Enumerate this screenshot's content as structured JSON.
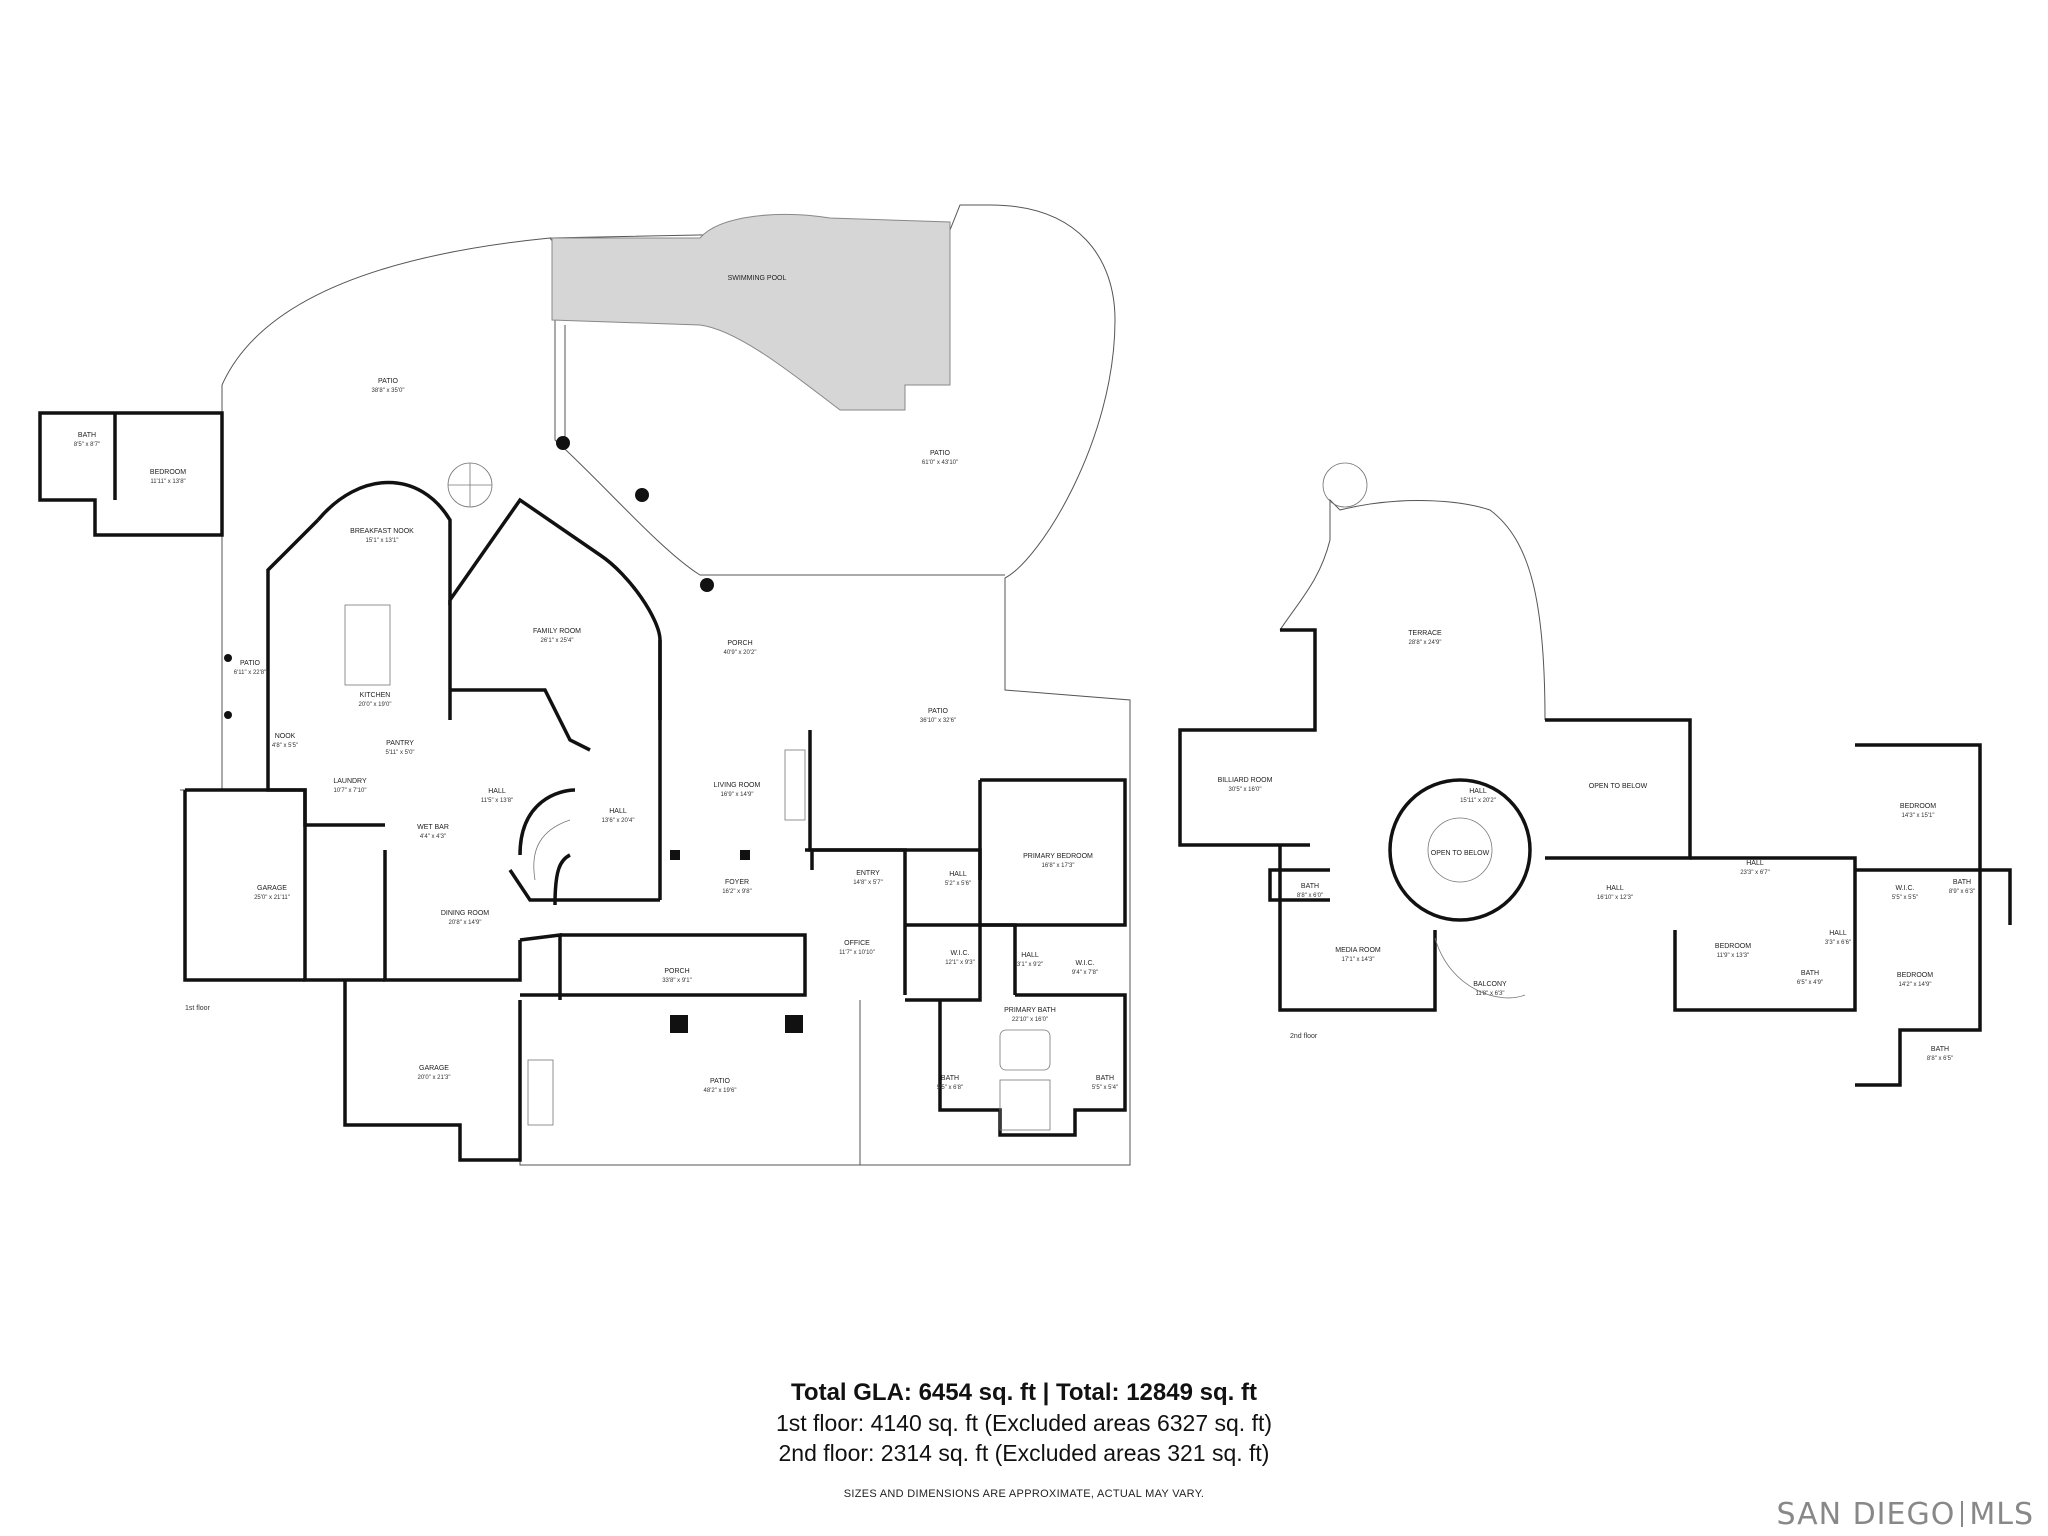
{
  "floors": {
    "first": {
      "label": "1st floor",
      "rooms": [
        {
          "id": "bath-guest",
          "name": "BATH",
          "dims": "8'5\" x 8'7\""
        },
        {
          "id": "bedroom-guest",
          "name": "BEDROOM",
          "dims": "11'11\" x 13'8\""
        },
        {
          "id": "patio-west",
          "name": "PATIO",
          "dims": "38'8\" x 35'0\""
        },
        {
          "id": "swimming-pool",
          "name": "SWIMMING POOL",
          "dims": ""
        },
        {
          "id": "patio-pool",
          "name": "PATIO",
          "dims": "61'0\" x 43'10\""
        },
        {
          "id": "breakfast-nook",
          "name": "BREAKFAST NOOK",
          "dims": "15'1\" x 13'1\""
        },
        {
          "id": "family-room",
          "name": "FAMILY ROOM",
          "dims": "26'1\" x 25'4\""
        },
        {
          "id": "porch-north",
          "name": "PORCH",
          "dims": "40'9\" x 20'2\""
        },
        {
          "id": "patio-east",
          "name": "PATIO",
          "dims": "36'10\" x 32'6\""
        },
        {
          "id": "kitchen",
          "name": "KITCHEN",
          "dims": "20'0\" x 19'0\""
        },
        {
          "id": "patio-side",
          "name": "PATIO",
          "dims": "6'11\" x 22'8\""
        },
        {
          "id": "pantry",
          "name": "PANTRY",
          "dims": "5'11\" x 5'0\""
        },
        {
          "id": "nook",
          "name": "NOOK",
          "dims": "4'8\" x 5'5\""
        },
        {
          "id": "laundry",
          "name": "LAUNDRY",
          "dims": "10'7\" x 7'10\""
        },
        {
          "id": "hall-small",
          "name": "HALL",
          "dims": "11'5\" x 13'8\""
        },
        {
          "id": "living-room",
          "name": "LIVING ROOM",
          "dims": "16'9\" x 14'9\""
        },
        {
          "id": "primary-bedroom",
          "name": "PRIMARY BEDROOM",
          "dims": "16'8\" x 17'3\""
        },
        {
          "id": "hall-main",
          "name": "HALL",
          "dims": "13'6\" x 20'4\""
        },
        {
          "id": "wet-bar",
          "name": "WET BAR",
          "dims": "4'4\" x 4'3\""
        },
        {
          "id": "garage-1",
          "name": "GARAGE",
          "dims": "25'0\" x 21'11\""
        },
        {
          "id": "entry",
          "name": "ENTRY",
          "dims": "14'8\" x 5'7\""
        },
        {
          "id": "hall-entry",
          "name": "HALL",
          "dims": "5'2\" x 5'6\""
        },
        {
          "id": "foyer",
          "name": "FOYER",
          "dims": "16'2\" x 9'8\""
        },
        {
          "id": "dining-room",
          "name": "DINING ROOM",
          "dims": "20'8\" x 14'9\""
        },
        {
          "id": "office",
          "name": "OFFICE",
          "dims": "11'7\" x 10'10\""
        },
        {
          "id": "wic-1",
          "name": "W.I.C.",
          "dims": "12'1\" x 9'3\""
        },
        {
          "id": "hall-wic",
          "name": "HALL",
          "dims": "3'1\" x 9'2\""
        },
        {
          "id": "wic-2",
          "name": "W.I.C.",
          "dims": "9'4\" x 7'8\""
        },
        {
          "id": "porch-south",
          "name": "PORCH",
          "dims": "33'8\" x 9'1\""
        },
        {
          "id": "primary-bath",
          "name": "PRIMARY BATH",
          "dims": "22'10\" x 16'0\""
        },
        {
          "id": "garage-2",
          "name": "GARAGE",
          "dims": "20'0\" x 21'3\""
        },
        {
          "id": "patio-south",
          "name": "PATIO",
          "dims": "48'2\" x 19'6\""
        },
        {
          "id": "bath-wc-1",
          "name": "BATH",
          "dims": "5'5\" x 6'8\""
        },
        {
          "id": "bath-wc-2",
          "name": "BATH",
          "dims": "5'5\" x 5'4\""
        }
      ]
    },
    "second": {
      "label": "2nd floor",
      "rooms": [
        {
          "id": "terrace",
          "name": "TERRACE",
          "dims": "28'8\" x 24'9\""
        },
        {
          "id": "billiard-room",
          "name": "BILLIARD ROOM",
          "dims": "30'5\" x 16'0\""
        },
        {
          "id": "hall-upper",
          "name": "HALL",
          "dims": "15'11\" x 20'2\""
        },
        {
          "id": "open-below-1",
          "name": "OPEN TO BELOW",
          "dims": ""
        },
        {
          "id": "open-below-2",
          "name": "OPEN TO BELOW",
          "dims": ""
        },
        {
          "id": "bath-2a",
          "name": "BATH",
          "dims": "8'8\" x 6'0\""
        },
        {
          "id": "hall-2",
          "name": "HALL",
          "dims": "16'10\" x 12'3\""
        },
        {
          "id": "hall-3",
          "name": "HALL",
          "dims": "23'3\" x 6'7\""
        },
        {
          "id": "bedroom-2a",
          "name": "BEDROOM",
          "dims": "14'3\" x 15'1\""
        },
        {
          "id": "media-room",
          "name": "MEDIA ROOM",
          "dims": "17'1\" x 14'3\""
        },
        {
          "id": "bedroom-2b",
          "name": "BEDROOM",
          "dims": "11'9\" x 13'3\""
        },
        {
          "id": "wic-3",
          "name": "W.I.C.",
          "dims": "5'5\" x 5'5\""
        },
        {
          "id": "bath-2b",
          "name": "BATH",
          "dims": "8'9\" x 6'3\""
        },
        {
          "id": "hall-4",
          "name": "HALL",
          "dims": "3'3\" x 6'6\""
        },
        {
          "id": "balcony",
          "name": "BALCONY",
          "dims": "11'8\" x 6'3\""
        },
        {
          "id": "bath-2c",
          "name": "BATH",
          "dims": "6'5\" x 4'9\""
        },
        {
          "id": "bedroom-2c",
          "name": "BEDROOM",
          "dims": "14'2\" x 14'9\""
        },
        {
          "id": "bath-2d",
          "name": "BATH",
          "dims": "8'8\" x 6'5\""
        }
      ]
    }
  },
  "summary": {
    "line1": "Total GLA: 6454 sq. ft | Total: 12849 sq. ft",
    "line2": "1st floor: 4140 sq. ft (Excluded areas 6327 sq. ft)",
    "line3": "2nd floor: 2314 sq. ft (Excluded areas 321 sq. ft)"
  },
  "disclaimer": "SIZES AND DIMENSIONS ARE APPROXIMATE, ACTUAL MAY VARY.",
  "logo": {
    "left": "SAN DIEGO",
    "right": "MLS"
  },
  "colors": {
    "pool": "#d6d6d6",
    "wall": "#111111",
    "logo": "#888888"
  }
}
